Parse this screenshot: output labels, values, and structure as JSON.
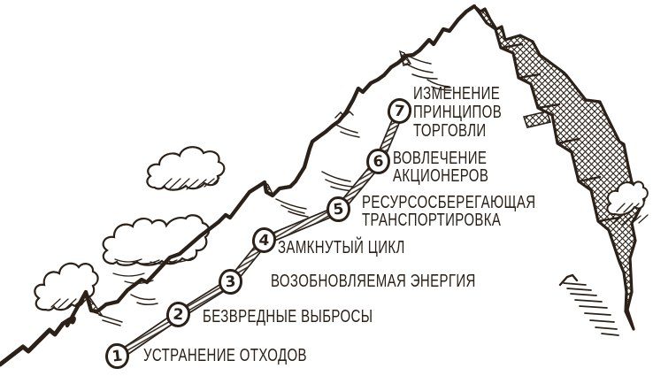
{
  "figure": {
    "kind": "hand-drawn mountain climb roadmap",
    "language": "ru",
    "ink_color": "#2b2118",
    "background_color": "#ffffff",
    "step_count": "7"
  },
  "steps": [
    {
      "number": "1",
      "label": "УСТРАНЕНИЕ ОТХОДОВ",
      "lines": [
        "УСТРАНЕНИЕ ОТХОДОВ"
      ]
    },
    {
      "number": "2",
      "label": "БЕЗВРЕДНЫЕ ВЫБРОСЫ",
      "lines": [
        "БЕЗВРЕДНЫЕ ВЫБРОСЫ"
      ]
    },
    {
      "number": "3",
      "label": "ВОЗОБНОВЛЯЕМАЯ ЭНЕРГИЯ",
      "lines": [
        "ВОЗОБНОВЛЯЕМАЯ ЭНЕРГИЯ"
      ]
    },
    {
      "number": "4",
      "label": "ЗАМКНУТЫЙ ЦИКЛ",
      "lines": [
        "ЗАМКНУТЫЙ ЦИКЛ"
      ]
    },
    {
      "number": "5",
      "label": "РЕСУРСОСБЕРЕГАЮЩАЯ ТРАНСПОРТИРОВКА",
      "lines": [
        "РЕСУРСОСБЕРЕГАЮЩАЯ",
        "ТРАНСПОРТИРОВКА"
      ]
    },
    {
      "number": "6",
      "label": "ВОВЛЕЧЕНИЕ АКЦИОНЕРОВ",
      "lines": [
        "ВОВЛЕЧЕНИЕ",
        "АКЦИОНЕРОВ"
      ]
    },
    {
      "number": "7",
      "label": "ИЗМЕНЕНИЕ ПРИНЦИПОВ ТОРГОВЛИ",
      "lines": [
        "ИЗМЕНЕНИЕ",
        "ПРИНЦИПОВ",
        "ТОРГОВЛИ"
      ]
    }
  ]
}
